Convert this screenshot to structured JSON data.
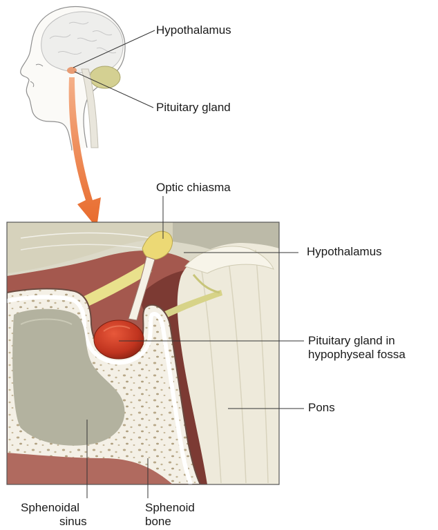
{
  "labels": {
    "hypothalamus_top": "Hypothalamus",
    "pituitary_top": "Pituitary gland",
    "optic_chiasma": "Optic chiasma",
    "hypothalamus_main": "Hypothalamus",
    "pituitary_main_line1": "Pituitary gland in",
    "pituitary_main_line2": "hypophyseal fossa",
    "pons": "Pons",
    "sphenoidal_sinus_line1": "Sphenoidal",
    "sphenoidal_sinus_line2": "sinus",
    "sphenoid_bone_line1": "Sphenoid",
    "sphenoid_bone_line2": "bone"
  },
  "colors": {
    "background": "#ffffff",
    "tissue_brown": "#a4584e",
    "tissue_dark": "#7c3a33",
    "bone_white": "#f4f0e6",
    "sinus_gray": "#b3b29f",
    "optic_yellow": "#e9e18c",
    "pituitary_red": "#c0341f",
    "pons_cream": "#eeeadb",
    "brain_olive": "#d4d092",
    "arrow_orange": "#e8732f"
  }
}
